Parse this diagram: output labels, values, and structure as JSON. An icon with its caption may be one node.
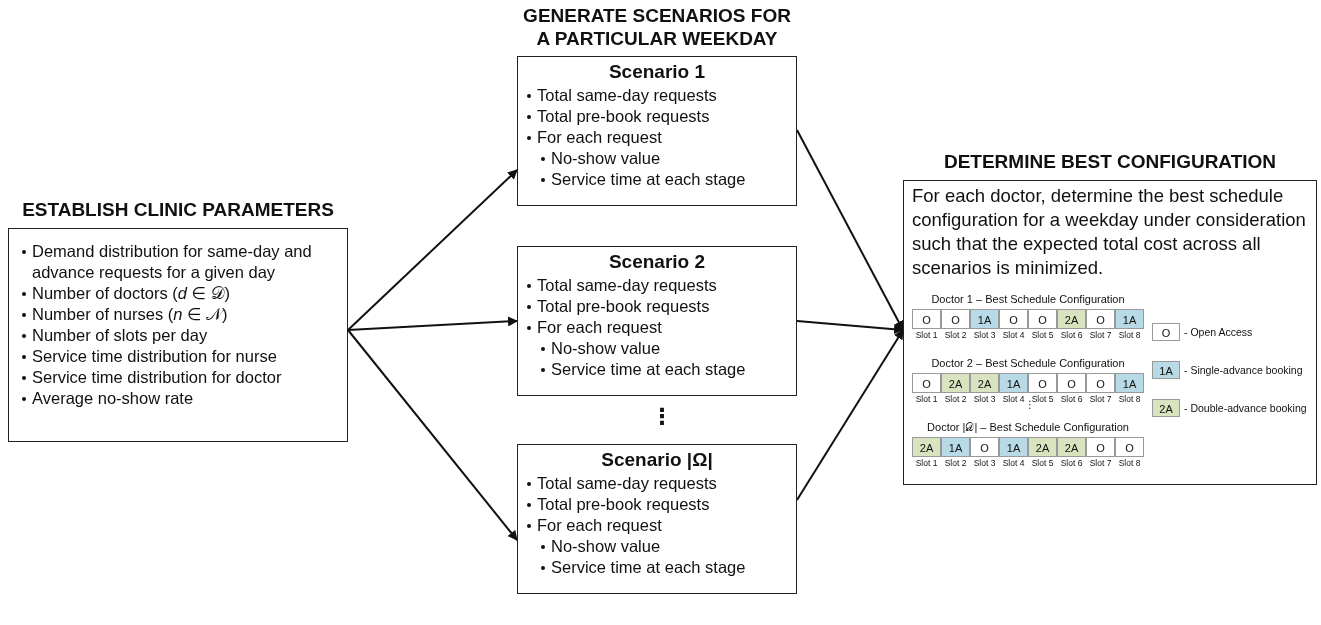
{
  "diagram": {
    "nodes": [
      {
        "text": [
          "ESTABLISH CLINIC PARAMETERS",
          "Demand distribution for same-day and advance requests for a given day",
          "Number of doctors (*d* ∈ 𝒟)",
          "Number of nurses  (*n* ∈ 𝒩)",
          "Number of slots per day",
          "Service time distribution for nurse",
          "Service time distribution for doctor",
          "Average no-show rate"
        ]
      },
      {
        "text": [
          "Scenario 1",
          "Total same-day requests",
          "Total pre-book requests",
          "For each request",
          "No-show value",
          "Service time at each stage"
        ]
      },
      {
        "text": [
          "Scenario 2",
          "Total same-day requests",
          "Total pre-book requests",
          "For each request",
          "No-show value",
          "Service time at each stage"
        ]
      },
      {
        "text": [
          "Scenario |Ω|",
          "Total same-day requests",
          "Total pre-book requests",
          "For each request",
          "No-show value",
          "Service time at each stage"
        ]
      },
      {
        "text": [
          "DETERMINE BEST CONFIGURATION",
          "For each doctor, determine the best schedule configuration for a weekday under consideration such that the expected total cost across all scenarios is minimized."
        ]
      }
    ],
    "edges": [
      {
        "from": 0,
        "to": 1,
        "arrow": "to"
      },
      {
        "from": 0,
        "to": 2,
        "arrow": "to"
      },
      {
        "from": 0,
        "to": 3,
        "arrow": "to"
      },
      {
        "from": 1,
        "to": 4,
        "arrow": "to"
      },
      {
        "from": 2,
        "to": 4,
        "arrow": "to"
      },
      {
        "from": 3,
        "to": 4,
        "arrow": "to"
      }
    ],
    "labels": [
      "GENERATE SCENARIOS FOR A PARTICULAR WEEKDAY",
      "⋮",
      "Doctor 1 – Best Schedule Configuration",
      "O",
      "O",
      "1A",
      "O",
      "O",
      "2A",
      "O",
      "1A",
      "Slot 1",
      "Slot 2",
      "Slot 3",
      "Slot 4",
      "Slot 5",
      "Slot 6",
      "Slot 7",
      "Slot 8",
      "Doctor 2 – Best Schedule Configuration",
      "O",
      "2A",
      "2A",
      "1A",
      "O",
      "O",
      "O",
      "1A",
      "Slot 1",
      "Slot 2",
      "Slot 3",
      "Slot 4",
      "Slot 5",
      "Slot 6",
      "Slot 7",
      "Slot 8",
      "⋮",
      "Doctor |𝒟| – Best Schedule Configuration",
      "2A",
      "1A",
      "O",
      "1A",
      "2A",
      "2A",
      "O",
      "O",
      "Slot 1",
      "Slot 2",
      "Slot 3",
      "Slot 4",
      "Slot 5",
      "Slot 6",
      "Slot 7",
      "Slot 8",
      "O",
      "1A",
      "2A"
    ],
    "legend": [
      {
        "text": "- Open Access",
        "color": "#ffffff"
      },
      {
        "text": "- Single-advance booking",
        "color": "#b7dae6"
      },
      {
        "text": "- Double-advance booking",
        "color": "#d8e4bf"
      }
    ]
  }
}
